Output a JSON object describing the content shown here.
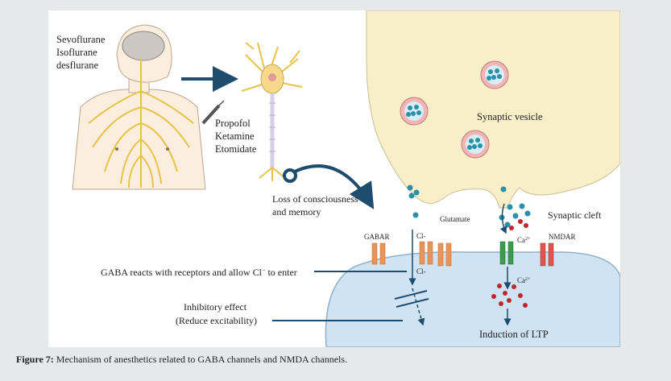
{
  "inhaled_agents": [
    "Sevoflurane",
    "Isoflurane",
    "desflurane"
  ],
  "iv_agents": [
    "Propofol",
    "Ketamine",
    "Etomidate"
  ],
  "effect_label": [
    "Loss of consciousness",
    "and memory"
  ],
  "synaptic_vesicle": "Synaptic vesicle",
  "synaptic_cleft": "Synaptic cleft",
  "glutamate": "Glutamate",
  "gabar": "GABAR",
  "nmdar": "NMDAR",
  "cl_minus": "Cl-",
  "ca_2plus_base": "Ca",
  "ca_2plus_sup": "2+",
  "gaba_statement_main": "GABA reacts with receptors and allow Cl",
  "gaba_statement_sup": "−",
  "gaba_statement_end": " to enter",
  "inhibitory_effect": [
    "Inhibitory effect",
    "(Reduce excitability)"
  ],
  "ltp": "Induction of LTP",
  "caption_prefix": "Figure 7:",
  "caption_text": " Mechanism of anesthetics related to GABA channels and NMDA channels.",
  "colors": {
    "presynaptic": "#f8efc8",
    "presynaptic_stroke": "#c9bf95",
    "postsynaptic": "#cfe3f2",
    "postsynaptic_stroke": "#8fb1cc",
    "arrow": "#1d4c6e",
    "gabar": "#e8955a",
    "nmdar": "#e0554f",
    "glutamate_channel": "#3a9b4a",
    "vesicle_dot": "#2a8fa8",
    "calcium_dot": "#c0272d",
    "nerve": "#e8c34a"
  }
}
